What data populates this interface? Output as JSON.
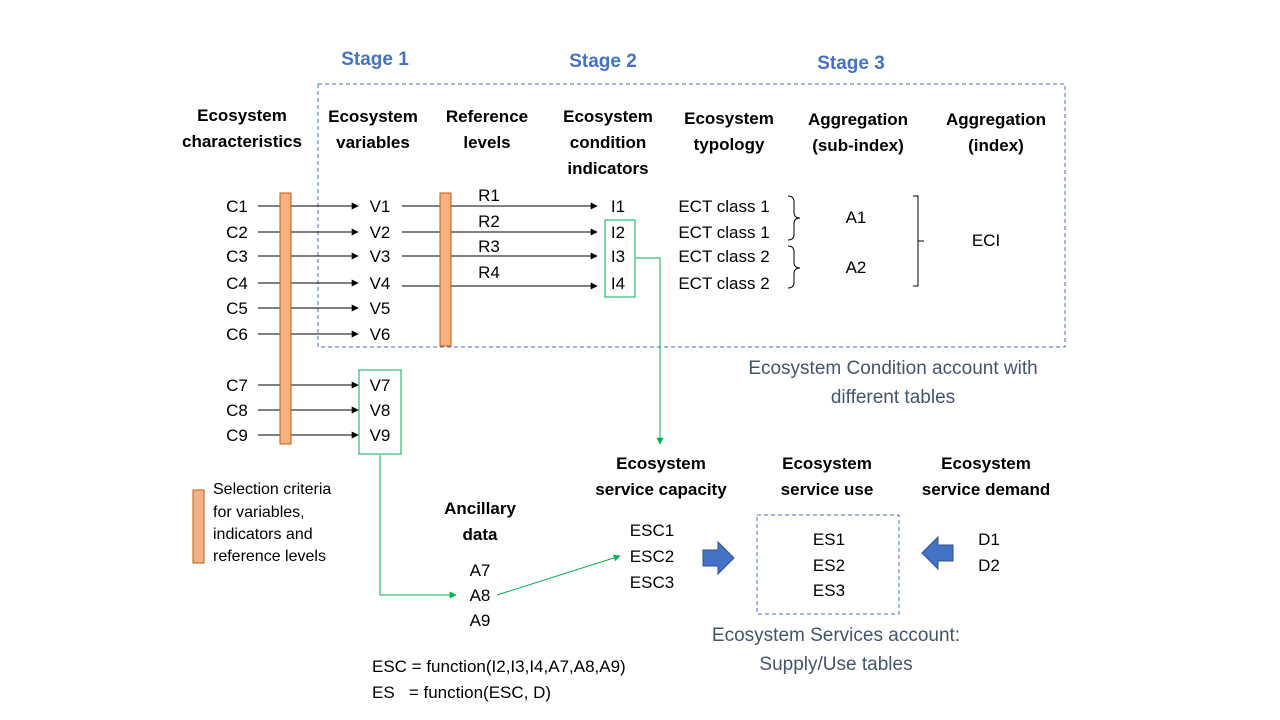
{
  "stages": {
    "s1": "Stage 1",
    "s2": "Stage 2",
    "s3": "Stage 3"
  },
  "headers": {
    "ecosystem_characteristics": [
      "Ecosystem",
      "characteristics"
    ],
    "ecosystem_variables": [
      "Ecosystem",
      "variables"
    ],
    "reference_levels": [
      "Reference",
      "levels"
    ],
    "condition_indicators": [
      "Ecosystem",
      "condition",
      "indicators"
    ],
    "ecosystem_typology": [
      "Ecosystem",
      "typology"
    ],
    "aggregation_sub_index": [
      "Aggregation",
      "(sub-index)"
    ],
    "aggregation_index": [
      "Aggregation",
      "(index)"
    ],
    "service_capacity": [
      "Ecosystem",
      "service capacity"
    ],
    "service_use": [
      "Ecosystem",
      "service use"
    ],
    "service_demand": [
      "Ecosystem",
      "service demand"
    ],
    "ancillary_data": [
      "Ancillary",
      "data"
    ]
  },
  "characteristics": [
    "C1",
    "C2",
    "C3",
    "C4",
    "C5",
    "C6",
    "C7",
    "C8",
    "C9"
  ],
  "variables": [
    "V1",
    "V2",
    "V3",
    "V4",
    "V5",
    "V6",
    "V7",
    "V8",
    "V9"
  ],
  "reference_levels": [
    "R1",
    "R2",
    "R3",
    "R4"
  ],
  "indicators": [
    "I1",
    "I2",
    "I3",
    "I4"
  ],
  "typology": [
    "ECT class 1",
    "ECT class 1",
    "ECT class 2",
    "ECT class 2"
  ],
  "sub_indices": [
    "A1",
    "A2"
  ],
  "index": "ECI",
  "condition_account": [
    "Ecosystem Condition account with",
    "different tables"
  ],
  "legend": [
    "Selection criteria",
    "for variables,",
    "indicators and",
    "reference levels"
  ],
  "ancillary": [
    "A7",
    "A8",
    "A9"
  ],
  "capacity": [
    "ESC1",
    "ESC2",
    "ESC3"
  ],
  "services": [
    "ES1",
    "ES2",
    "ES3"
  ],
  "demand": [
    "D1",
    "D2"
  ],
  "services_account": [
    "Ecosystem Services account:",
    "Supply/Use tables"
  ],
  "formulas": [
    "ESC = function(I2,I3,I4,A7,A8,A9)",
    "ES   = function(ESC, D)"
  ],
  "colors": {
    "stage_blue": "#4472C4",
    "selection_bar": "#F4B183",
    "green_path": "#00B050",
    "block_arrow": "#4472C4",
    "account_text": "#44546A"
  }
}
